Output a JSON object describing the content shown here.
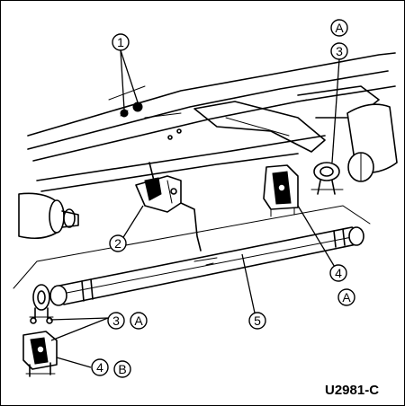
{
  "callouts": {
    "c1": "1",
    "c2": "2",
    "c3_top": "3",
    "a_top": "A",
    "c4_right": "4",
    "a_right": "A",
    "c5": "5",
    "c3_left": "3",
    "a_left": "A",
    "c4_left": "4",
    "b_left": "B"
  },
  "figure_code": "U2981-C",
  "colors": {
    "ink": "#000000",
    "paper": "#ffffff"
  }
}
